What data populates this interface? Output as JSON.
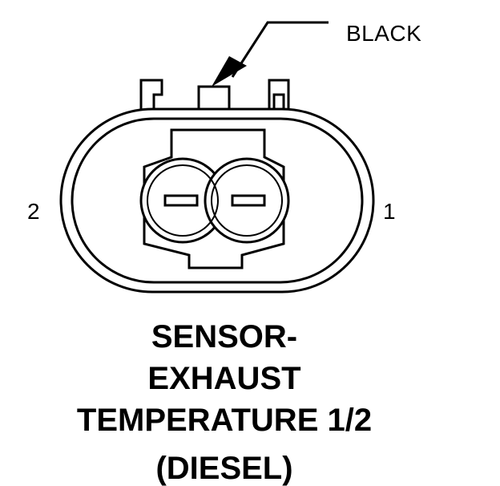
{
  "callout": {
    "wire_color": "BLACK"
  },
  "pins": {
    "left": "2",
    "right": "1"
  },
  "title": {
    "line1": "SENSOR-",
    "line2": "EXHAUST",
    "line3": "TEMPERATURE 1/2",
    "line4": "(DIESEL)"
  }
}
